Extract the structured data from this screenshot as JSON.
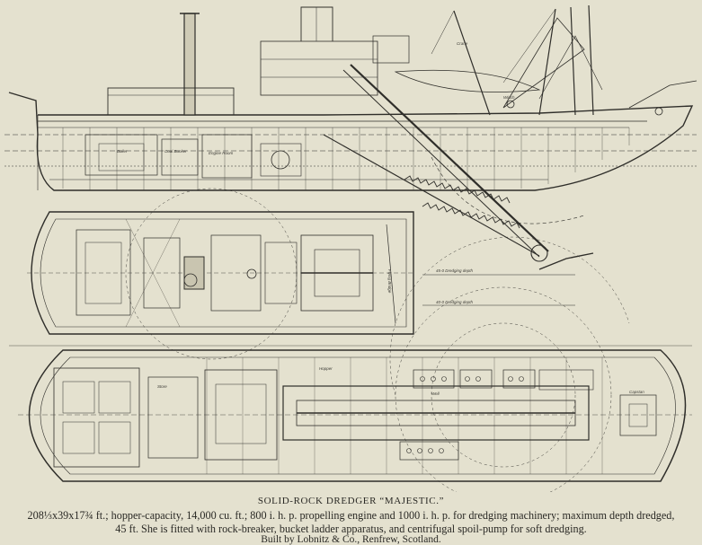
{
  "caption": {
    "title": "SOLID-ROCK DREDGER “MAJESTIC.”",
    "line1": "208⅓x39x17¾ ft.; hopper-capacity, 14,000 cu. ft.; 800 i. h. p. propelling engine and 1000 i. h. p. for dredging machinery; maximum depth dredged,",
    "line2": "45 ft.  She is fitted with rock-breaker, bucket ladder apparatus, and centrifugal spoil-pump for soft dredging.",
    "credit": "Built by Lobnitz & Co., Renfrew, Scotland."
  },
  "drawing_labels": {
    "depth_45": "45-0 Dredging depth",
    "depth_40": "40-0 Dredging depth",
    "boiler": "Boiler",
    "bunker": "Coal Bunker",
    "engine": "Engine Room",
    "hopper": "Hopper",
    "bridge": "Flying Bridge",
    "crane": "Crane",
    "winch": "Winch",
    "well": "Well",
    "capstan": "Capstan",
    "store": "Store"
  },
  "colors": {
    "paper": "#e4e1cf",
    "ink": "#2f2e2a"
  }
}
